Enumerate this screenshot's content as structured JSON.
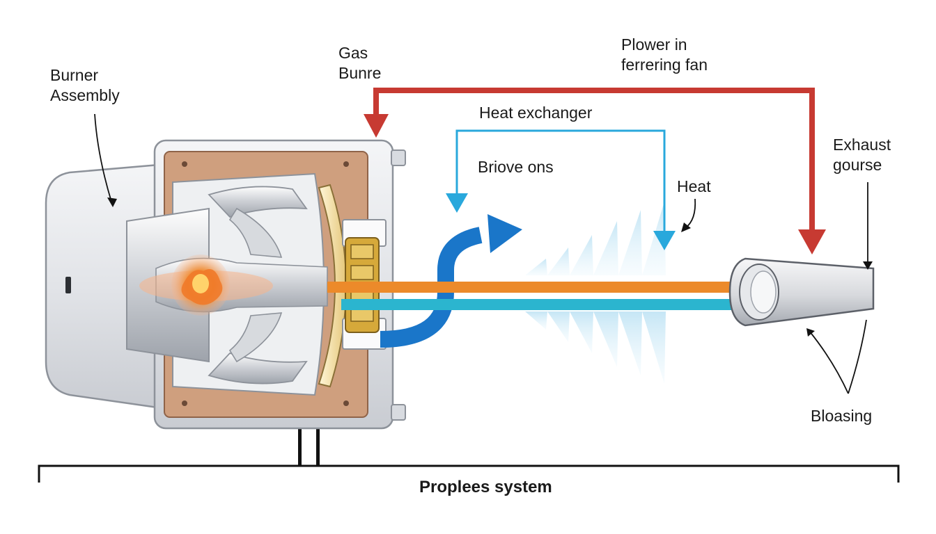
{
  "labels": {
    "burner_assembly": [
      "Burner",
      "Assembly"
    ],
    "gas_burner": [
      "Gas",
      "Bunre"
    ],
    "blower_fan": [
      "Plower in",
      "ferrering fan"
    ],
    "heat_exchanger": "Heat exchanger",
    "briove_ons": "Briove ons",
    "heat": "Heat",
    "exhaust": [
      "Exhaust",
      "gourse"
    ],
    "bloasing": "Bloasing",
    "system": "Proplees system"
  },
  "colors": {
    "gas_line": "#c73a32",
    "flow_arrow": "#1a76c9",
    "hx_line": "#29a8dc",
    "orange_pipe": "#ec8a2a",
    "cyan_pipe": "#2bb5cf",
    "flame": "#f07a2a",
    "copper_panel": "#cf9f7e",
    "brass": "#d6a93a"
  }
}
